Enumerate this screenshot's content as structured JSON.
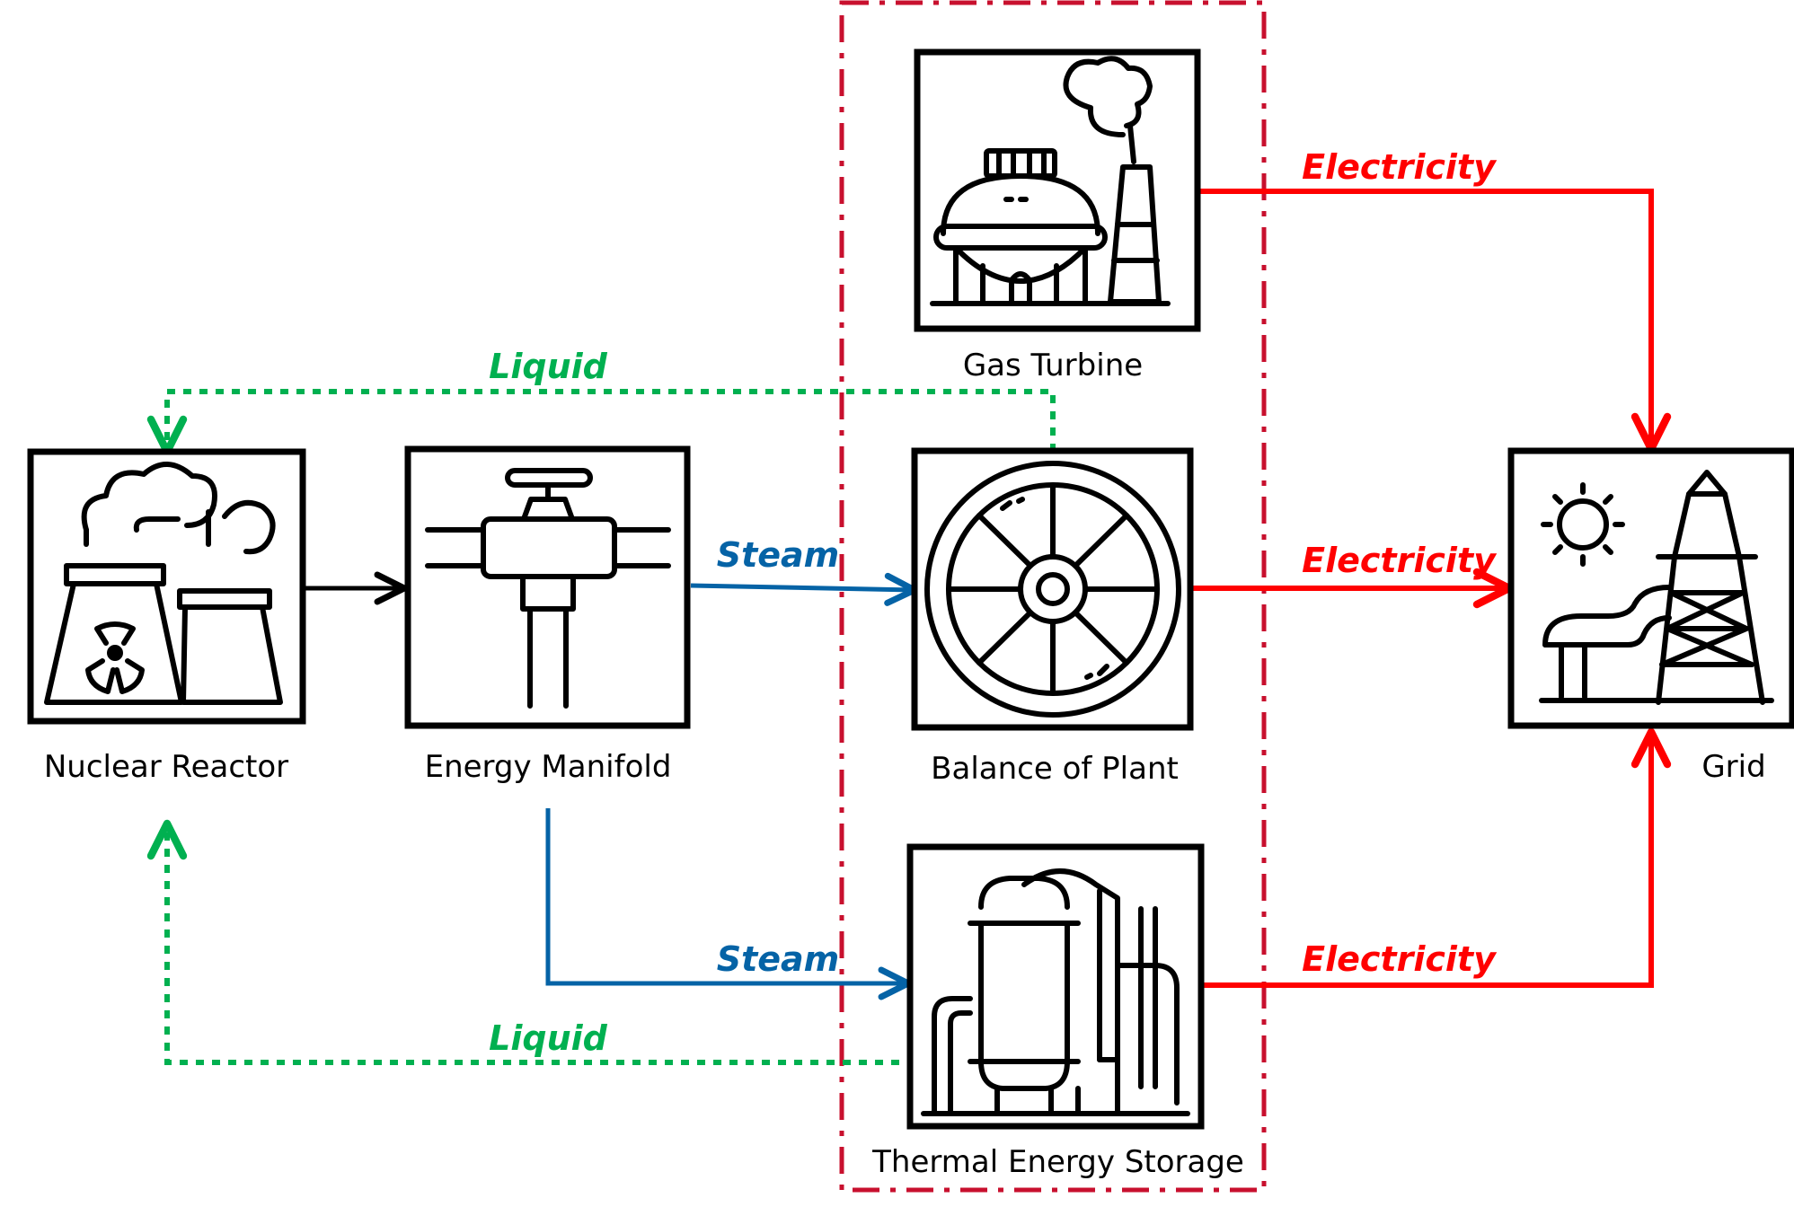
{
  "nodes": {
    "nuclear_reactor": {
      "label": "Nuclear Reactor",
      "icon": "nuclear-plant-icon"
    },
    "energy_manifold": {
      "label": "Energy Manifold",
      "icon": "pipe-valve-icon"
    },
    "gas_turbine": {
      "label": "Gas Turbine",
      "icon": "gas-plant-icon"
    },
    "balance_of_plant": {
      "label": "Balance of Plant",
      "icon": "turbine-wheel-icon"
    },
    "thermal_energy_storage": {
      "label": "Thermal Energy Storage",
      "icon": "storage-tanks-icon"
    },
    "grid": {
      "label": "Grid",
      "icon": "power-grid-icon"
    }
  },
  "flows": {
    "liquid_top": "Liquid",
    "liquid_bottom": "Liquid",
    "steam_top": "Steam",
    "steam_bottom": "Steam",
    "electricity_top": "Electricity",
    "electricity_middle": "Electricity",
    "electricity_bottom": "Electricity"
  },
  "colors": {
    "electricity": "#ff0000",
    "steam": "#0563a6",
    "liquid": "#00b050",
    "boundary": "#c8102e",
    "lines": "#000000"
  }
}
